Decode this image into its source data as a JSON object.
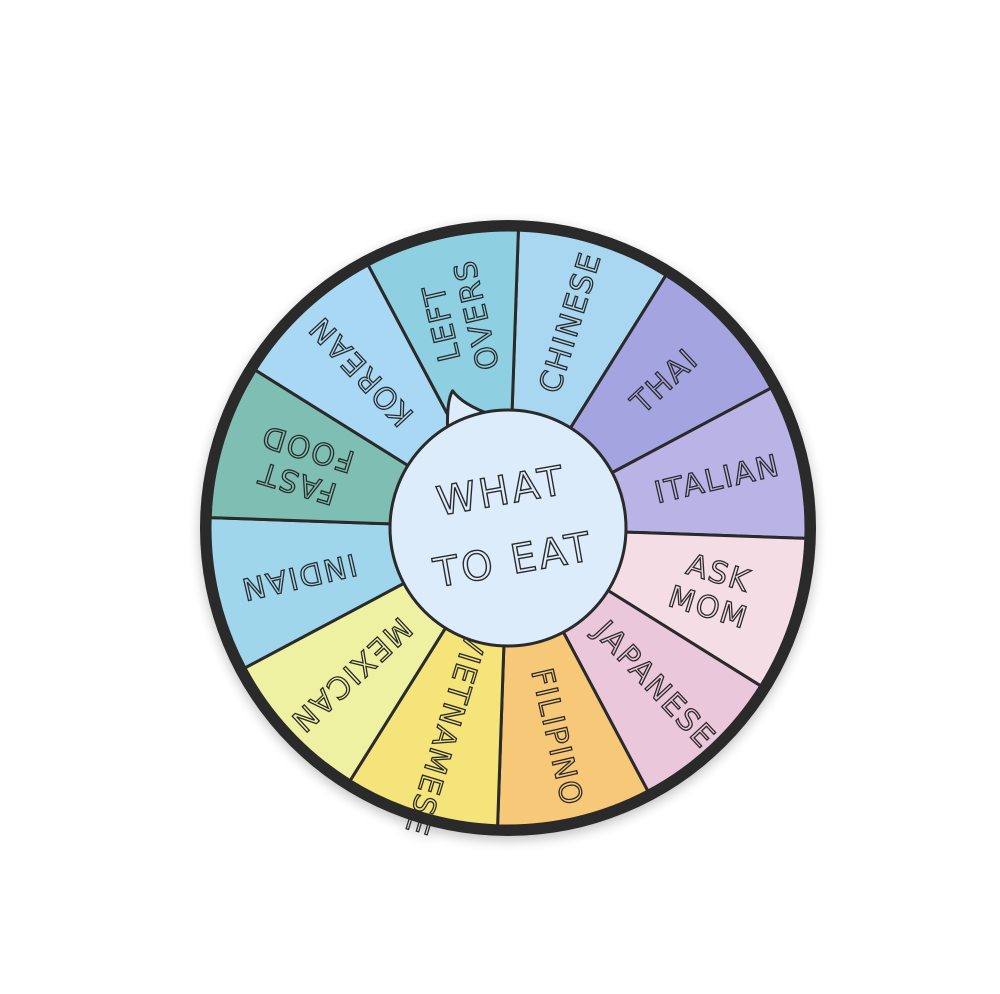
{
  "pin": {
    "center_text": [
      "WHAT",
      "TO EAT"
    ],
    "outline_color": "#2a2a2a",
    "slices": [
      {
        "label": [
          "CHINESE"
        ],
        "color": "#a9d6f0"
      },
      {
        "label": [
          "THAI"
        ],
        "color": "#a3a4e0"
      },
      {
        "label": [
          "ITALIAN"
        ],
        "color": "#b9b3e6"
      },
      {
        "label": [
          "ASK",
          "MOM"
        ],
        "color": "#f5dde6"
      },
      {
        "label": [
          "JAPANESE"
        ],
        "color": "#ebc7dc"
      },
      {
        "label": [
          "FILIPINO"
        ],
        "color": "#f7c877"
      },
      {
        "label": [
          "VIETNAMESE"
        ],
        "color": "#f4e47a"
      },
      {
        "label": [
          "MEXICAN"
        ],
        "color": "#eef0a2"
      },
      {
        "label": [
          "INDIAN"
        ],
        "color": "#9fd6ec"
      },
      {
        "label": [
          "FAST",
          "FOOD"
        ],
        "color": "#7fbfb3"
      },
      {
        "label": [
          "KOREAN"
        ],
        "color": "#a9d8f4"
      },
      {
        "label": [
          "LEFT",
          "OVERS"
        ],
        "color": "#8ed0e2"
      }
    ],
    "hub_color": "#dcecfb"
  }
}
